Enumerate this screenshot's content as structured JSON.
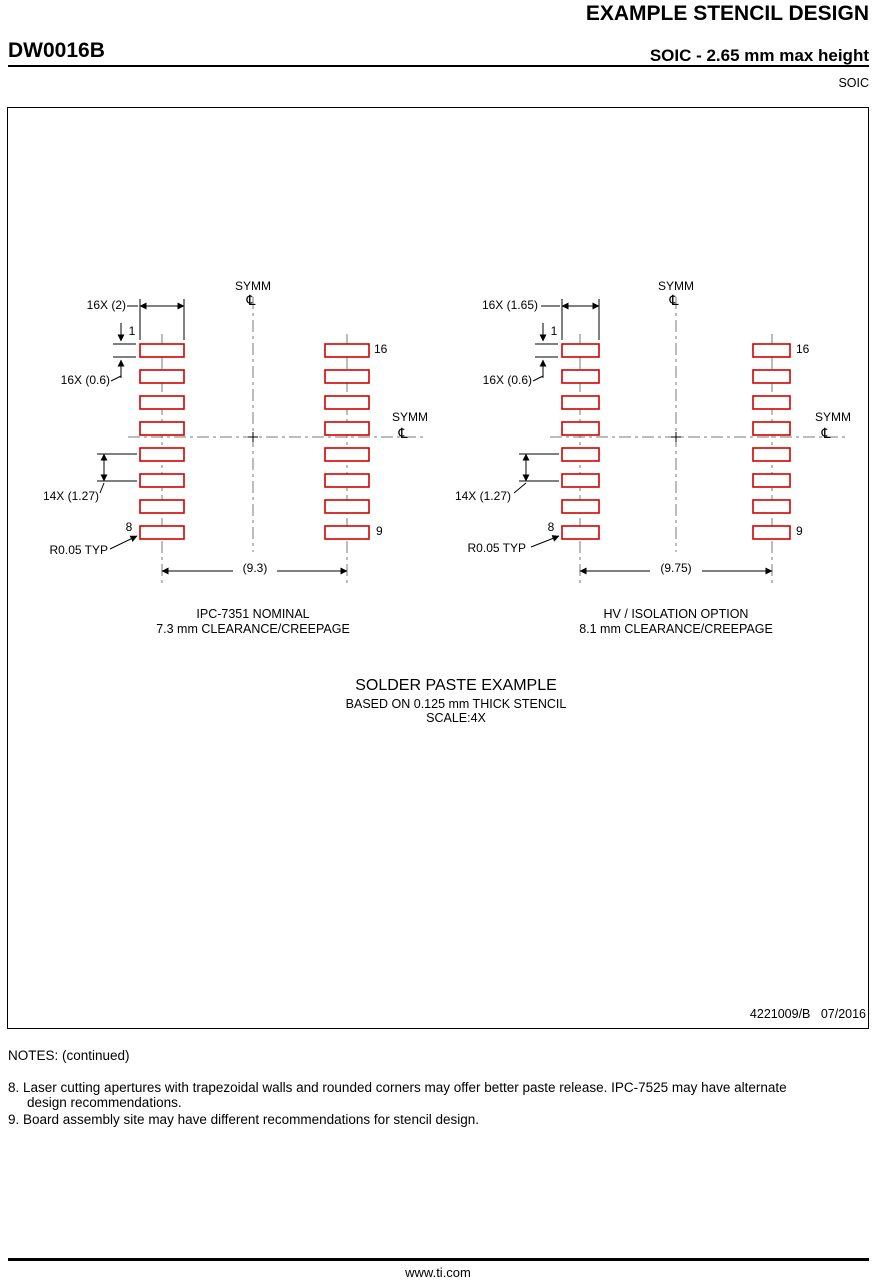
{
  "header": {
    "title": "EXAMPLE STENCIL DESIGN",
    "part_number": "DW0016B",
    "subtitle": "SOIC - 2.65 mm max height",
    "package_type": "SOIC"
  },
  "colors": {
    "pad_outline": "#d40000"
  },
  "diagrams": {
    "left": {
      "symm": "SYMM",
      "centerline": "℄",
      "dim_pad_width": "16X (2)",
      "dim_pad_height": "16X (0.6)",
      "dim_pitch": "14X (1.27)",
      "dim_span": "(9.3)",
      "pin1": "1",
      "pin8": "8",
      "pin9": "9",
      "pin16": "16",
      "radius_note": "R0.05 TYP",
      "caption1": "IPC-7351 NOMINAL",
      "caption2": "7.3 mm CLEARANCE/CREEPAGE"
    },
    "right": {
      "symm": "SYMM",
      "centerline": "℄",
      "dim_pad_width": "16X (1.65)",
      "dim_pad_height": "16X (0.6)",
      "dim_pitch": "14X (1.27)",
      "dim_span": "(9.75)",
      "pin1": "1",
      "pin8": "8",
      "pin9": "9",
      "pin16": "16",
      "radius_note": "R0.05 TYP",
      "caption1": "HV / ISOLATION OPTION",
      "caption2": "8.1 mm CLEARANCE/CREEPAGE"
    }
  },
  "solder_paste": {
    "title": "SOLDER PASTE EXAMPLE",
    "subtitle1": "BASED ON 0.125 mm THICK STENCIL",
    "subtitle2": "SCALE:4X"
  },
  "doc_number": "4221009/B   07/2016",
  "notes": {
    "heading": "NOTES: (continued)",
    "note8_line1": "8. Laser cutting apertures with trapezoidal walls and rounded corners may offer better paste release. IPC-7525 may have alternate",
    "note8_line2": "design recommendations.",
    "note9": "9. Board assembly site may have different recommendations for stencil design."
  },
  "footer": {
    "url": "www.ti.com"
  }
}
